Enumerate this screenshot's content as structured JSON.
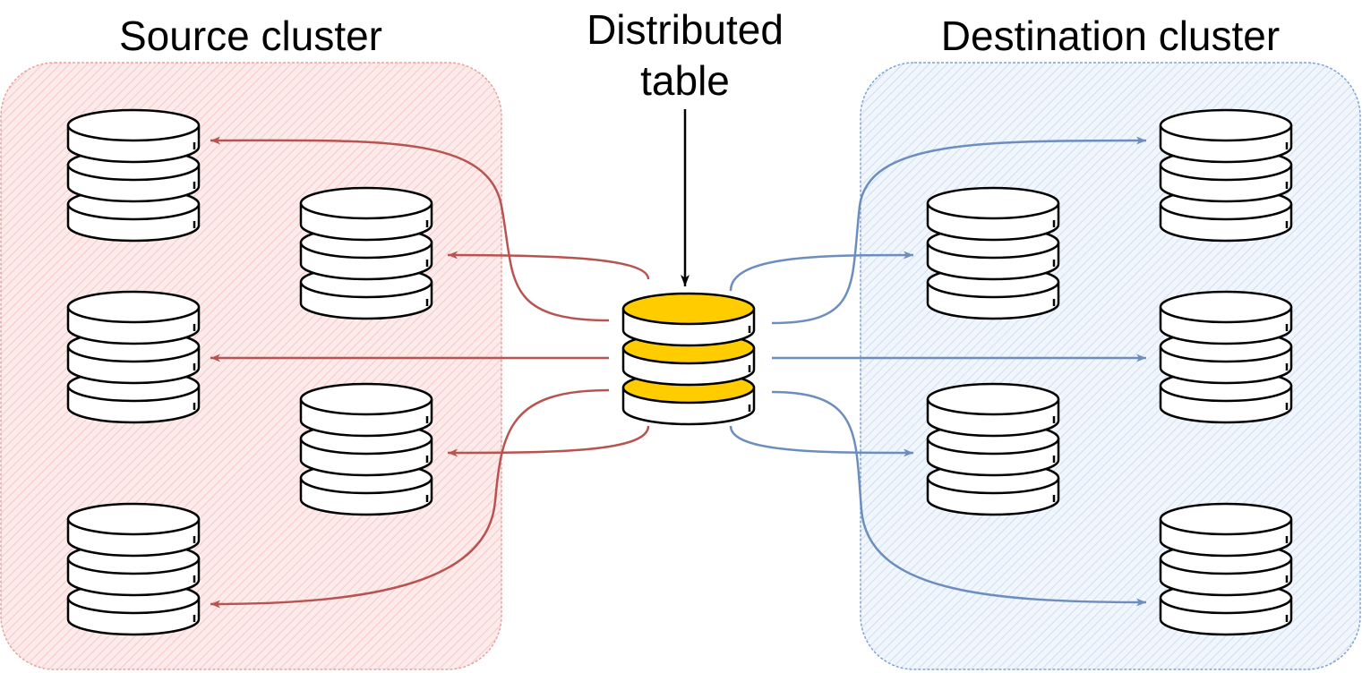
{
  "labels": {
    "source_cluster": "Source cluster",
    "distributed_line1": "Distributed",
    "distributed_line2": "table",
    "destination_cluster": "Destination cluster"
  },
  "colors": {
    "source_fill": "#f8cecc",
    "source_stroke": "#b85450",
    "source_hatch": "#f19c99",
    "dest_fill": "#dae8fc",
    "dest_stroke": "#6c8ebf",
    "dest_hatch": "#a9c4eb",
    "table_highlight": "#ffcc00",
    "node_stroke": "#000000"
  },
  "icons": {
    "database": "database-stack-icon"
  },
  "source_cluster": {
    "node_count": 5,
    "layers_per_node": 3
  },
  "destination_cluster": {
    "node_count": 5,
    "layers_per_node": 3
  },
  "distributed_table": {
    "layers": 3,
    "highlighted": true
  }
}
